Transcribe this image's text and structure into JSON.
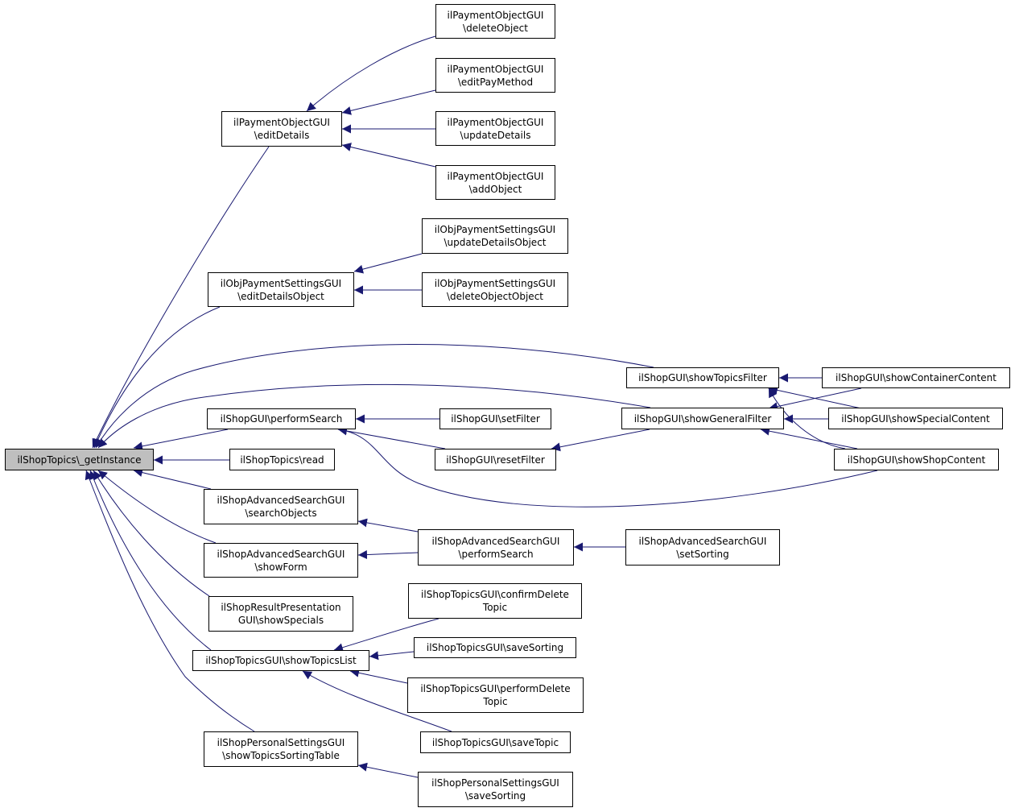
{
  "colors": {
    "edge": "#191970",
    "node_border": "#000000",
    "root_fill": "#bfbfbf",
    "node_fill": "#ffffff"
  },
  "nodes": {
    "root": [
      "ilShopTopics\\_getInstance"
    ],
    "po_editDetails": [
      "ilPaymentObjectGUI",
      "\\editDetails"
    ],
    "po_deleteObject": [
      "ilPaymentObjectGUI",
      "\\deleteObject"
    ],
    "po_editPayMethod": [
      "ilPaymentObjectGUI",
      "\\editPayMethod"
    ],
    "po_updateDetails": [
      "ilPaymentObjectGUI",
      "\\updateDetails"
    ],
    "po_addObject": [
      "ilPaymentObjectGUI",
      "\\addObject"
    ],
    "ops_editDetailsObject": [
      "ilObjPaymentSettingsGUI",
      "\\editDetailsObject"
    ],
    "ops_updateDetailsObject": [
      "ilObjPaymentSettingsGUI",
      "\\updateDetailsObject"
    ],
    "ops_deleteObjectObject": [
      "ilObjPaymentSettingsGUI",
      "\\deleteObjectObject"
    ],
    "sg_showTopicsFilter": [
      "ilShopGUI\\showTopicsFilter"
    ],
    "sg_showContainerContent": [
      "ilShopGUI\\showContainerContent"
    ],
    "sg_showGeneralFilter": [
      "ilShopGUI\\showGeneralFilter"
    ],
    "sg_showSpecialContent": [
      "ilShopGUI\\showSpecialContent"
    ],
    "sg_performSearch": [
      "ilShopGUI\\performSearch"
    ],
    "sg_setFilter": [
      "ilShopGUI\\setFilter"
    ],
    "sg_resetFilter": [
      "ilShopGUI\\resetFilter"
    ],
    "sg_showShopContent": [
      "ilShopGUI\\showShopContent"
    ],
    "st_read": [
      "ilShopTopics\\read"
    ],
    "sas_searchObjects": [
      "ilShopAdvancedSearchGUI",
      "\\searchObjects"
    ],
    "sas_performSearch": [
      "ilShopAdvancedSearchGUI",
      "\\performSearch"
    ],
    "sas_setSorting": [
      "ilShopAdvancedSearchGUI",
      "\\setSorting"
    ],
    "sas_showForm": [
      "ilShopAdvancedSearchGUI",
      "\\showForm"
    ],
    "srp_showSpecials": [
      "ilShopResultPresentation",
      "GUI\\showSpecials"
    ],
    "stg_confirmDeleteTopic": [
      "ilShopTopicsGUI\\confirmDelete",
      "Topic"
    ],
    "stg_showTopicsList": [
      "ilShopTopicsGUI\\showTopicsList"
    ],
    "stg_saveSorting": [
      "ilShopTopicsGUI\\saveSorting"
    ],
    "stg_performDeleteTopic": [
      "ilShopTopicsGUI\\performDelete",
      "Topic"
    ],
    "stg_saveTopic": [
      "ilShopTopicsGUI\\saveTopic"
    ],
    "sps_showTopicsSortingTable": [
      "ilShopPersonalSettingsGUI",
      "\\showTopicsSortingTable"
    ],
    "sps_saveSorting": [
      "ilShopPersonalSettingsGUI",
      "\\saveSorting"
    ]
  },
  "edges": [
    [
      "po_editDetails",
      "root"
    ],
    [
      "po_deleteObject",
      "po_editDetails"
    ],
    [
      "po_editPayMethod",
      "po_editDetails"
    ],
    [
      "po_updateDetails",
      "po_editDetails"
    ],
    [
      "po_addObject",
      "po_editDetails"
    ],
    [
      "ops_editDetailsObject",
      "root"
    ],
    [
      "ops_updateDetailsObject",
      "ops_editDetailsObject"
    ],
    [
      "ops_deleteObjectObject",
      "ops_editDetailsObject"
    ],
    [
      "sg_showTopicsFilter",
      "root"
    ],
    [
      "sg_showContainerContent",
      "sg_showTopicsFilter"
    ],
    [
      "sg_showSpecialContent",
      "sg_showTopicsFilter"
    ],
    [
      "sg_showShopContent",
      "sg_showTopicsFilter"
    ],
    [
      "sg_showGeneralFilter",
      "root"
    ],
    [
      "sg_showContainerContent",
      "sg_showGeneralFilter"
    ],
    [
      "sg_showSpecialContent",
      "sg_showGeneralFilter"
    ],
    [
      "sg_showShopContent",
      "sg_showGeneralFilter"
    ],
    [
      "sg_performSearch",
      "root"
    ],
    [
      "sg_setFilter",
      "sg_performSearch"
    ],
    [
      "sg_resetFilter",
      "sg_performSearch"
    ],
    [
      "sg_showShopContent",
      "sg_performSearch"
    ],
    [
      "sg_showGeneralFilter",
      "sg_resetFilter"
    ],
    [
      "st_read",
      "root"
    ],
    [
      "sas_searchObjects",
      "root"
    ],
    [
      "sas_performSearch",
      "sas_searchObjects"
    ],
    [
      "sas_showForm",
      "root"
    ],
    [
      "sas_performSearch",
      "sas_showForm"
    ],
    [
      "sas_setSorting",
      "sas_performSearch"
    ],
    [
      "srp_showSpecials",
      "root"
    ],
    [
      "stg_showTopicsList",
      "root"
    ],
    [
      "stg_confirmDeleteTopic",
      "stg_showTopicsList"
    ],
    [
      "stg_saveSorting",
      "stg_showTopicsList"
    ],
    [
      "stg_performDeleteTopic",
      "stg_showTopicsList"
    ],
    [
      "stg_saveTopic",
      "stg_showTopicsList"
    ],
    [
      "sps_showTopicsSortingTable",
      "root"
    ],
    [
      "sps_saveSorting",
      "sps_showTopicsSortingTable"
    ]
  ]
}
